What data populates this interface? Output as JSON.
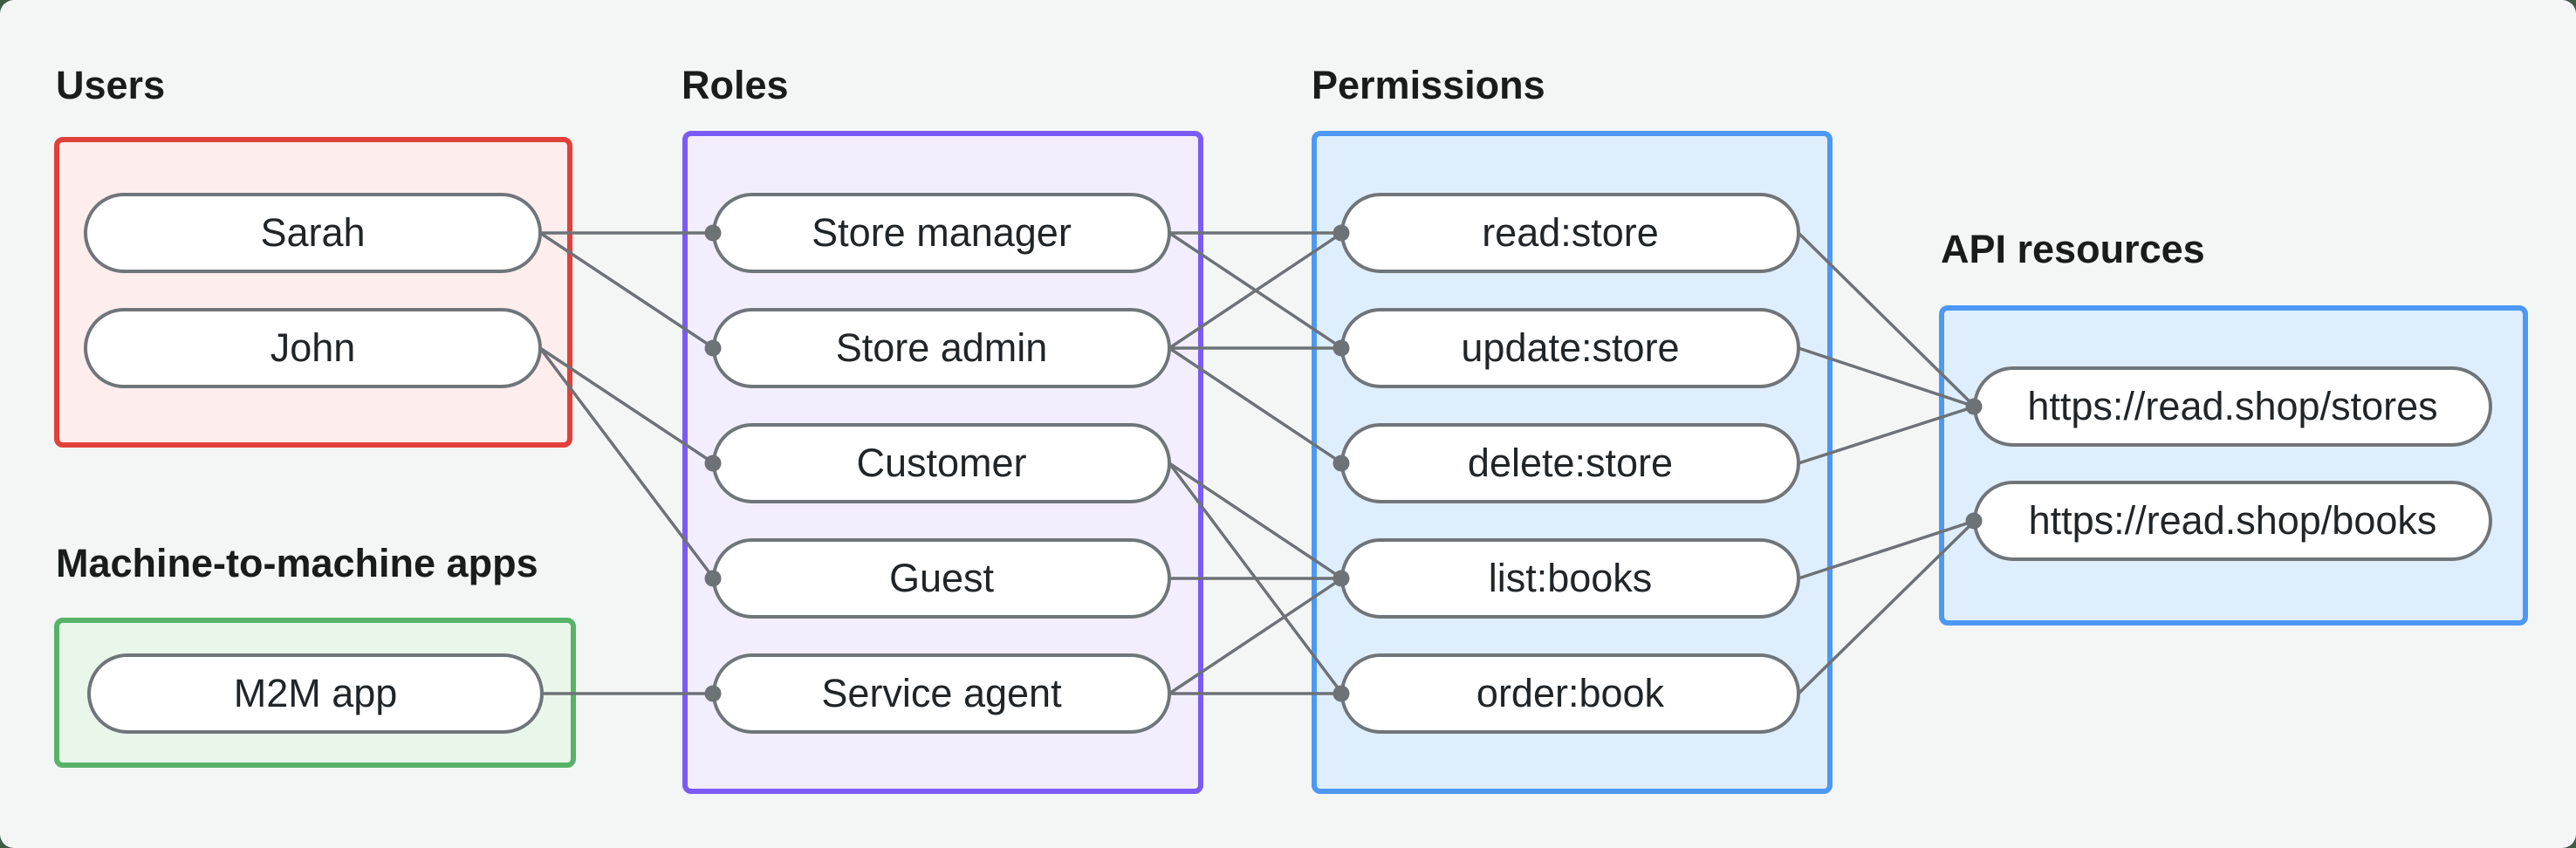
{
  "diagram_type": "rbac-entity-relationship",
  "groups": {
    "users": {
      "label": "Users",
      "items": [
        {
          "id": "sarah",
          "label": "Sarah"
        },
        {
          "id": "john",
          "label": "John"
        }
      ]
    },
    "m2m": {
      "label": "Machine-to-machine apps",
      "items": [
        {
          "id": "m2m-app",
          "label": "M2M app"
        }
      ]
    },
    "roles": {
      "label": "Roles",
      "items": [
        {
          "id": "store-manager",
          "label": "Store manager"
        },
        {
          "id": "store-admin",
          "label": "Store admin"
        },
        {
          "id": "customer",
          "label": "Customer"
        },
        {
          "id": "guest",
          "label": "Guest"
        },
        {
          "id": "service-agent",
          "label": "Service agent"
        }
      ]
    },
    "permissions": {
      "label": "Permissions",
      "items": [
        {
          "id": "read-store",
          "label": "read:store"
        },
        {
          "id": "update-store",
          "label": "update:store"
        },
        {
          "id": "delete-store",
          "label": "delete:store"
        },
        {
          "id": "list-books",
          "label": "list:books"
        },
        {
          "id": "order-book",
          "label": "order:book"
        }
      ]
    },
    "api": {
      "label": "API resources",
      "items": [
        {
          "id": "stores",
          "label": "https://read.shop/stores"
        },
        {
          "id": "books",
          "label": "https://read.shop/books"
        }
      ]
    }
  },
  "edges": [
    {
      "from": "sarah",
      "to": "store-manager"
    },
    {
      "from": "sarah",
      "to": "store-admin"
    },
    {
      "from": "john",
      "to": "customer"
    },
    {
      "from": "john",
      "to": "guest"
    },
    {
      "from": "m2m-app",
      "to": "service-agent"
    },
    {
      "from": "store-manager",
      "to": "read-store"
    },
    {
      "from": "store-manager",
      "to": "update-store"
    },
    {
      "from": "store-admin",
      "to": "read-store"
    },
    {
      "from": "store-admin",
      "to": "update-store"
    },
    {
      "from": "store-admin",
      "to": "delete-store"
    },
    {
      "from": "customer",
      "to": "list-books"
    },
    {
      "from": "customer",
      "to": "order-book"
    },
    {
      "from": "guest",
      "to": "list-books"
    },
    {
      "from": "service-agent",
      "to": "list-books"
    },
    {
      "from": "service-agent",
      "to": "order-book"
    },
    {
      "from": "read-store",
      "to": "stores"
    },
    {
      "from": "update-store",
      "to": "stores"
    },
    {
      "from": "delete-store",
      "to": "stores"
    },
    {
      "from": "list-books",
      "to": "books"
    },
    {
      "from": "order-book",
      "to": "books"
    }
  ],
  "colors": {
    "page_background": "#3e5b46",
    "canvas_background": "#f4f6f5",
    "users_border": "#e2403a",
    "users_fill": "#fdedec",
    "m2m_border": "#57b368",
    "m2m_fill": "#e9f6ea",
    "roles_border": "#7a5bf6",
    "roles_fill": "#f3eefe",
    "blue_border": "#4e98f5",
    "blue_fill": "#dfeefc",
    "pill_border": "#70757a",
    "edge_line": "#6d7277",
    "edge_dot": "#6d7277",
    "label_text": "#181c1a",
    "pill_text": "#212528"
  }
}
